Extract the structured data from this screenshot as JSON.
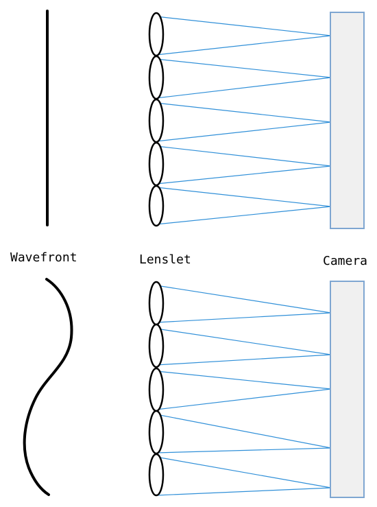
{
  "labels": {
    "wavefront": "Wavefront",
    "lenslet": "Lenslet",
    "camera": "Camera"
  },
  "colors": {
    "ray": "#2f8fd8",
    "lens": "#000000",
    "wavefront": "#000000",
    "camera_fill": "#f0f0f0",
    "camera_stroke": "#7ea6d1"
  }
}
